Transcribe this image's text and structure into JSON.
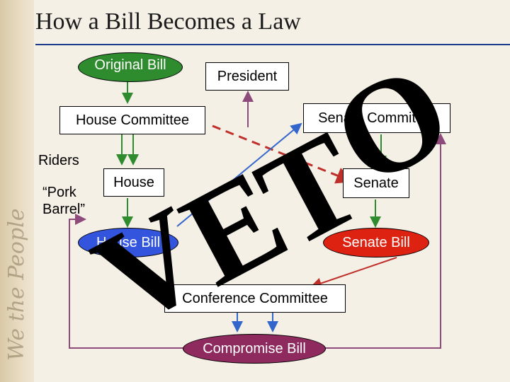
{
  "title": "How a Bill Becomes a Law",
  "sidebar": {
    "text": "We the People"
  },
  "nodes": {
    "original_bill": "Original Bill",
    "president": "President",
    "house_committee": "House Committee",
    "senate_committee": "Senate Committee",
    "riders": "Riders",
    "pork_barrel": "“Pork\nBarrel”",
    "house": "House",
    "senate": "Senate",
    "house_bill": "House Bill",
    "senate_bill": "Senate Bill",
    "conference_committee": "Conference Committee",
    "compromise_bill": "Compromise Bill"
  },
  "veto": {
    "letters": [
      "V",
      "E",
      "T",
      "O"
    ]
  },
  "colors": {
    "original_bill": "#2e8b2e",
    "house_bill": "#3355dd",
    "senate_bill": "#dd2211",
    "compromise_bill": "#8e2a5e",
    "green_arrow": "#2e8b2e",
    "red_arrow": "#c0302a",
    "blue_arrow": "#3366cc",
    "purple_arrow": "#8e4a7a",
    "title_rule": "#1a3a8a"
  }
}
